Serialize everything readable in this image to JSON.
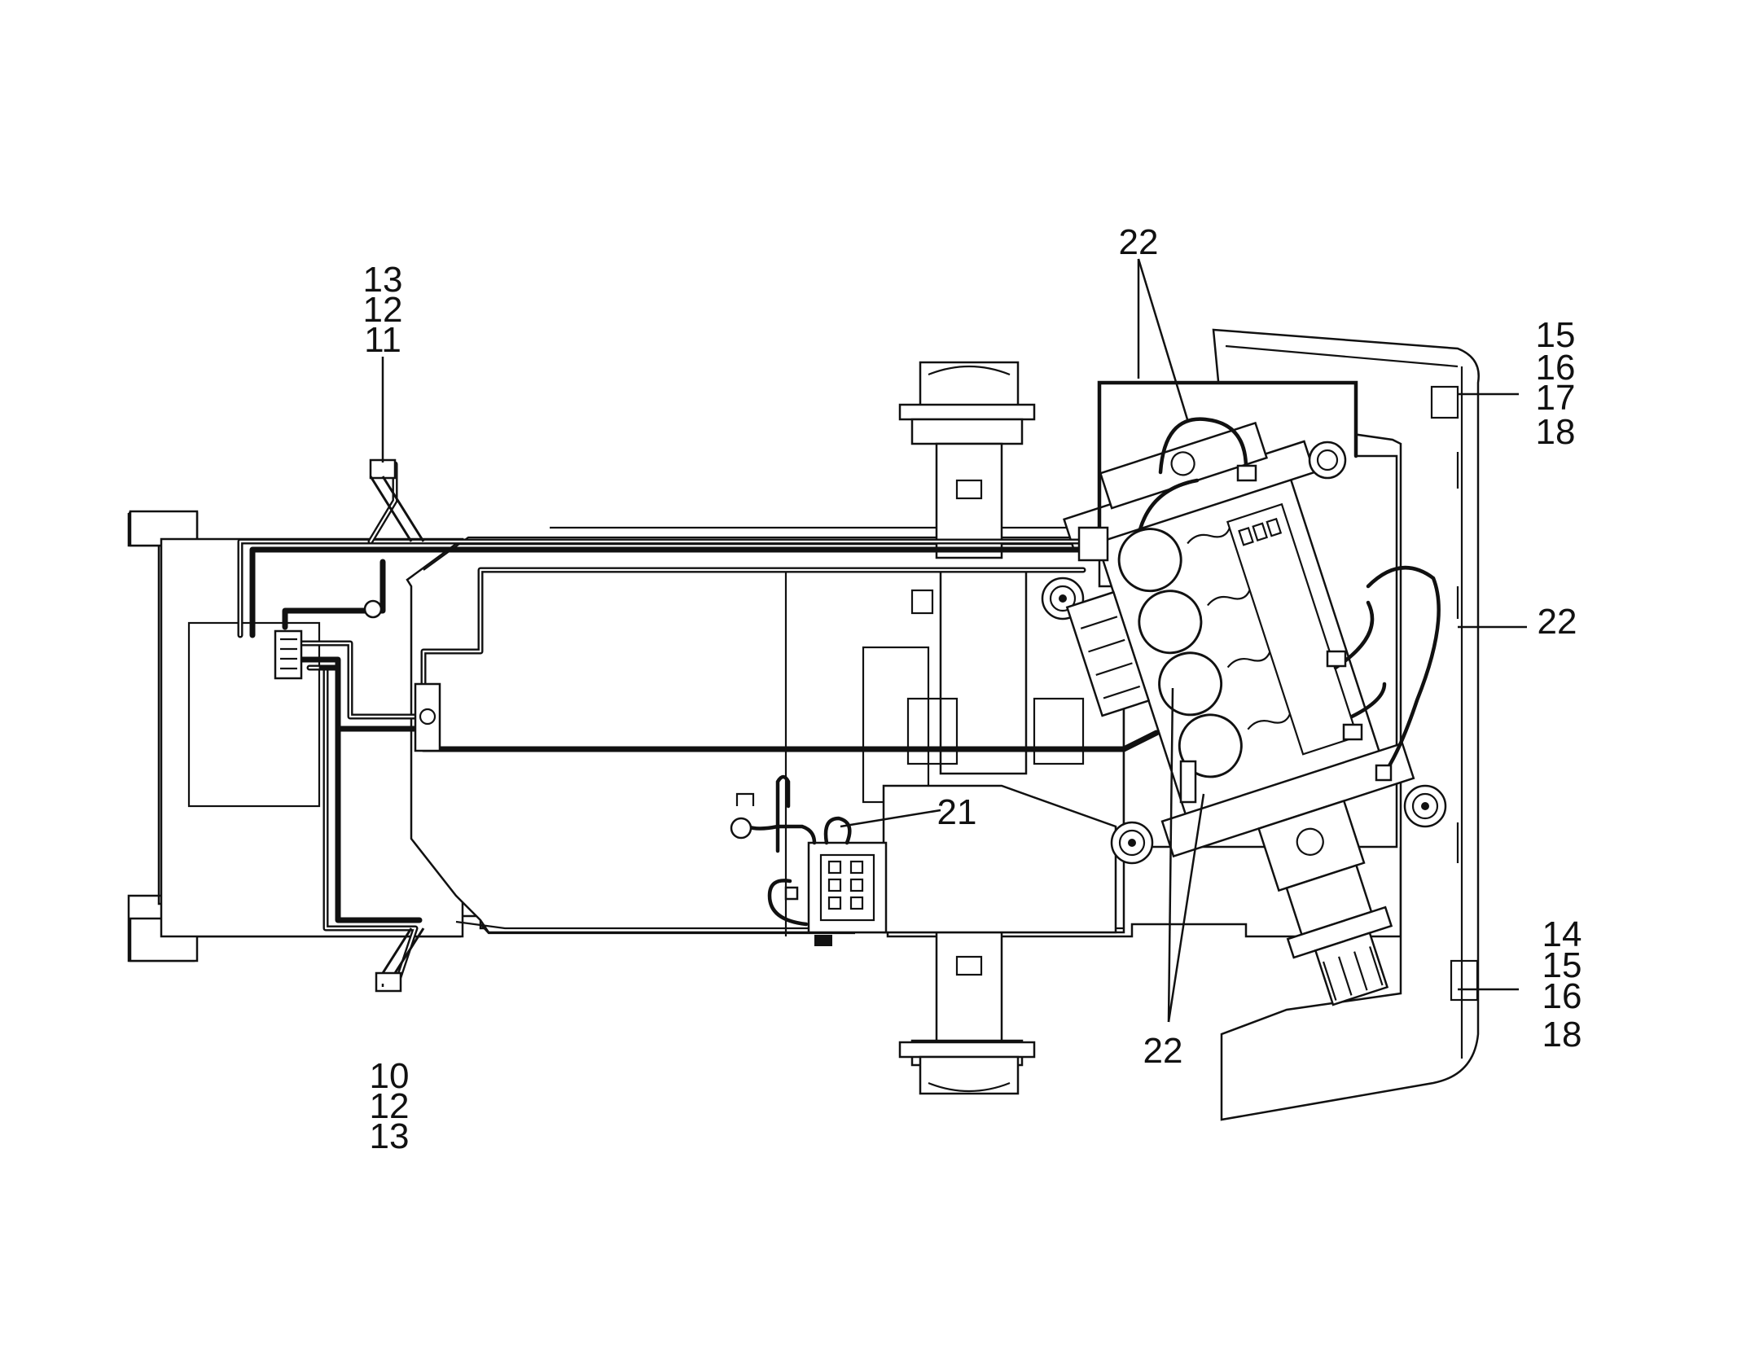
{
  "callouts": {
    "left_top": [
      "13",
      "12",
      "11"
    ],
    "left_bottom": [
      "10",
      "12",
      "13"
    ],
    "right_top": [
      "15",
      "16",
      "17",
      "18"
    ],
    "right_bottom": [
      "14",
      "15",
      "16",
      "18"
    ],
    "harness_top": "22",
    "harness_right": "22",
    "harness_bottom": "22",
    "battery_box": "21"
  },
  "icons": {
    "vehicle_outline": "vehicle-chassis-outline",
    "engine": "engine-block",
    "wheel": "drive-wheel",
    "connector": "electrical-connector",
    "fuse_box": "fuse-relay-box"
  }
}
